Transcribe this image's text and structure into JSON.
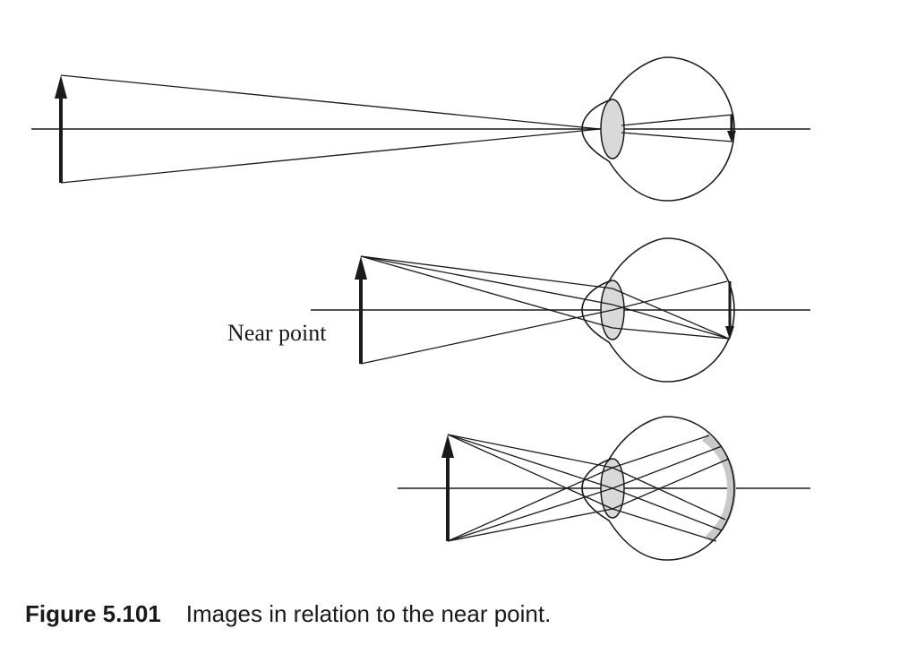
{
  "diagram": {
    "label_near_point": "Near point",
    "colors": {
      "line": "#1a1a1a",
      "lens_fill": "#d9d9d9",
      "blur_band": "#c8c8c8",
      "background": "#ffffff"
    },
    "panels": [
      {
        "name": "distant-object",
        "description_shown": false
      },
      {
        "name": "object-at-near-point",
        "description_shown": false
      },
      {
        "name": "object-closer-than-near-point",
        "description_shown": false
      }
    ]
  },
  "caption": {
    "number": "Figure 5.101",
    "text": "Images in relation to the near point."
  }
}
